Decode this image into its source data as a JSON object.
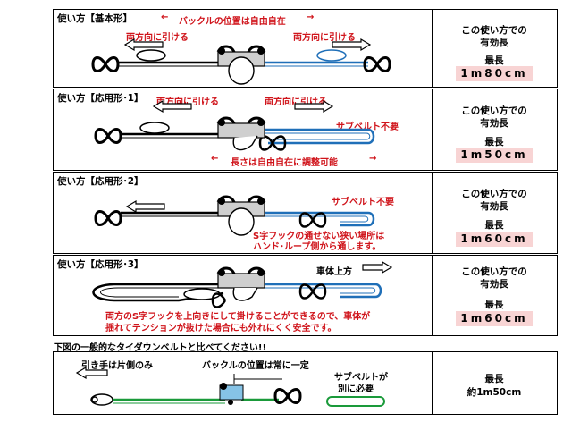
{
  "sections": [
    {
      "title": "使い方【基本形】",
      "top_note": "バックルの位置は自由自在",
      "left_note": "両方向に引ける",
      "right_note": "両方向に引ける",
      "side_title_1": "この使い方での",
      "side_title_2": "有効長",
      "side_sub": "最長",
      "length": "1m80cm"
    },
    {
      "title": "使い方【応用形･1】",
      "left_note": "両方向に引ける",
      "right_note": "両方向に引ける",
      "subbelt_note": "サブベルト不要",
      "bottom_note": "長さは自由自在に調整可能",
      "side_title_1": "この使い方での",
      "side_title_2": "有効長",
      "side_sub": "最長",
      "length": "1m50cm"
    },
    {
      "title": "使い方【応用形･2】",
      "subbelt_note": "サブベルト不要",
      "narrow_note_1": "S字フックの通せない狭い場所は",
      "narrow_note_2": "ハンド･ループ側から通します。",
      "side_title_1": "この使い方での",
      "side_title_2": "有効長",
      "side_sub": "最長",
      "length": "1m60cm"
    },
    {
      "title": "使い方【応用形･3】",
      "upward_note": "車体上方",
      "safety_note_1": "両方のS字フックを上向きにして掛けることができるので、車体が",
      "safety_note_2": "揺れてテンションが抜けた場合にも外れにくく安全です。",
      "side_title_1": "この使い方での",
      "side_title_2": "有効長",
      "side_sub": "最長",
      "length": "1m60cm"
    }
  ],
  "compare_heading": "下図の一般的なタイダウンベルトと比べてください!!",
  "compare": {
    "left_note": "引き手は片側のみ",
    "buckle_note": "バックルの位置は常に一定",
    "subbelt_note_1": "サブベルトが",
    "subbelt_note_2": "別に必要",
    "side_sub": "最長",
    "length": "約1m50cm"
  },
  "colors": {
    "red": "#d0141b",
    "blue": "#1f6fb8",
    "green": "#1a9a3a",
    "pink": "#f8d4d4",
    "buckle_gray": "#cfcfcf",
    "buckle_blue": "#86c3e6"
  }
}
